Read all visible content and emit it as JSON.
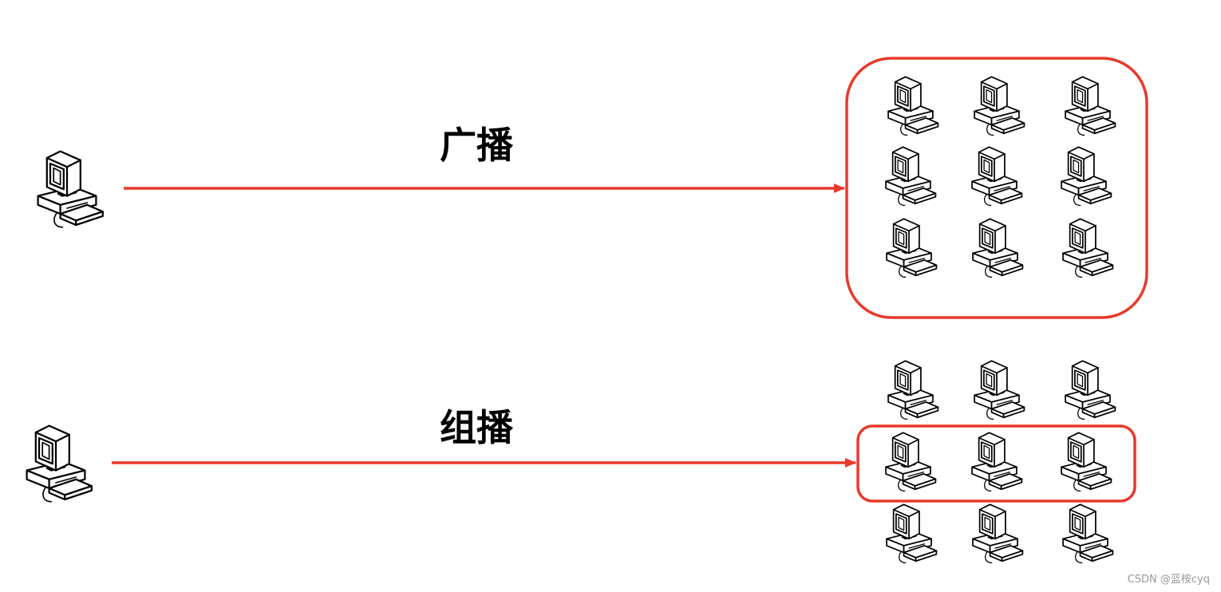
{
  "diagram": {
    "broadcast": {
      "label": "广播",
      "sender": "computer-icon",
      "receiver_count": 9,
      "receivers_highlighted": "all"
    },
    "multicast": {
      "label": "组播",
      "sender": "computer-icon",
      "receiver_count": 9,
      "receivers_highlighted": "middle-row"
    },
    "colors": {
      "arrow": "#e8392b",
      "highlight_box": "#e8392b",
      "label": "#000000"
    }
  },
  "watermark": {
    "text": "CSDN @蓝桉cyq"
  }
}
